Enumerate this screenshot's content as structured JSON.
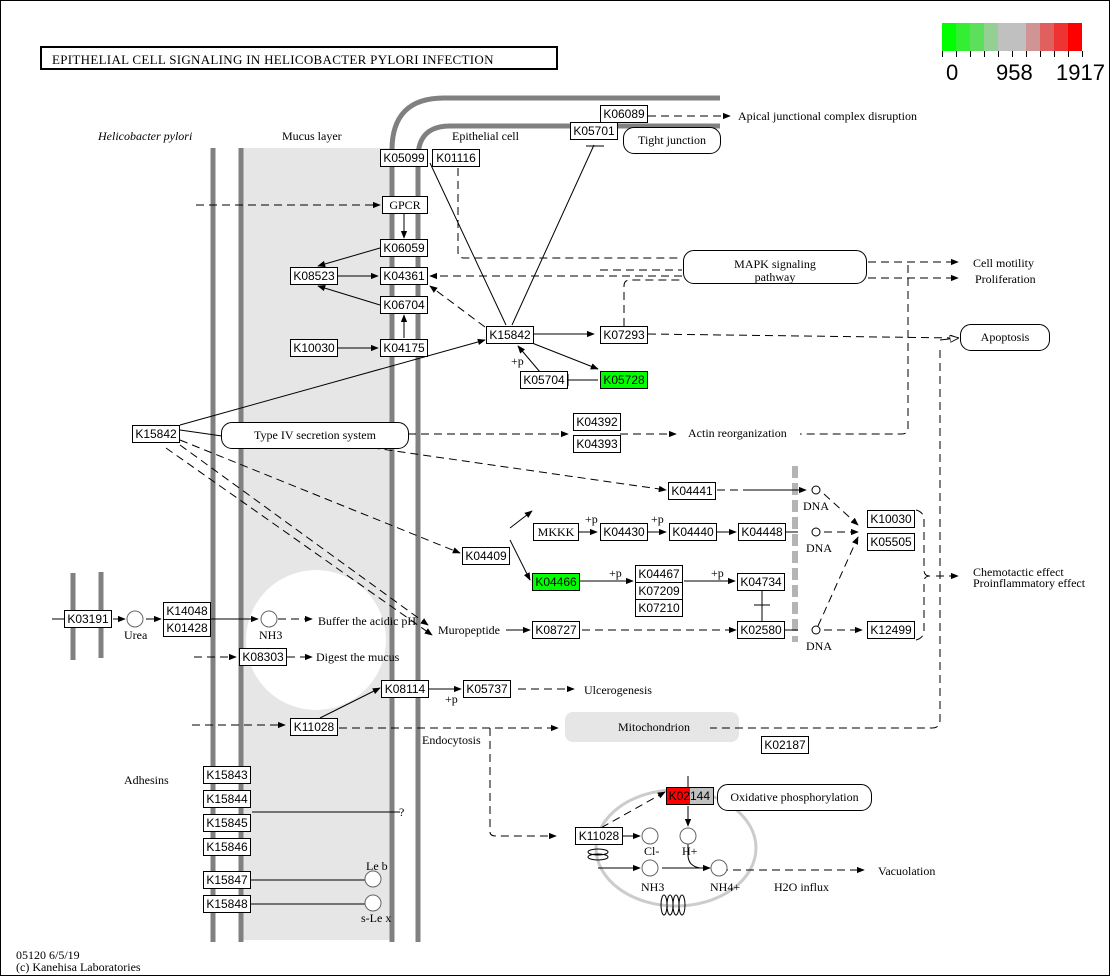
{
  "title": "EPITHELIAL CELL SIGNALING IN HELICOBACTER PYLORI INFECTION",
  "legend": {
    "colors": [
      "#00ff00",
      "#33ee33",
      "#5ce05c",
      "#94d094",
      "#c0c0c0",
      "#c0c0c0",
      "#d09494",
      "#e06060",
      "#ee3333",
      "#ff0000"
    ],
    "min_label": "0",
    "mid_label": "958",
    "max_label": "1917"
  },
  "colors": {
    "highlight_low": "#00ff00",
    "highlight_high": "#ff0000",
    "neutral": "#c0c0c0",
    "membrane": "#808080",
    "compartment_fill": "#e6e6e6"
  },
  "regions": {
    "helicobacter": "Helicobacter pylori",
    "mucus": "Mucus layer",
    "epithelial": "Epithelial cell",
    "adhesins": "Adhesins"
  },
  "nodes": {
    "K06089": "K06089",
    "K05701": "K05701",
    "K05099": "K05099",
    "K01116": "K01116",
    "GPCR": "GPCR",
    "K06059": "K06059",
    "K08523": "K08523",
    "K04361": "K04361",
    "K06704": "K06704",
    "K10030_left": "K10030",
    "K04175": "K04175",
    "K15842_center": "K15842",
    "K07293": "K07293",
    "K05704": "K05704",
    "K05728": "K05728",
    "K15842_left": "K15842",
    "K04392": "K04392",
    "K04393": "K04393",
    "K04441": "K04441",
    "K04409": "K04409",
    "MKKK": "MKKK",
    "K04430": "K04430",
    "K04440": "K04440",
    "K04448": "K04448",
    "K04466": "K04466",
    "K04467": "K04467",
    "K07209": "K07209",
    "K07210": "K07210",
    "K04734": "K04734",
    "K08727": "K08727",
    "K02580": "K02580",
    "K10030_right": "K10030",
    "K05505": "K05505",
    "K12499": "K12499",
    "K03191": "K03191",
    "K14048": "K14048",
    "K01428": "K01428",
    "K08303": "K08303",
    "K08114": "K08114",
    "K05737": "K05737",
    "K11028_left": "K11028",
    "K02187": "K02187",
    "K11028_vacuole": "K11028",
    "K02144_part1": "K02",
    "K02144_part2": "144",
    "K15843": "K15843",
    "K15844": "K15844",
    "K15845": "K15845",
    "K15846": "K15846",
    "K15847": "K15847",
    "K15848": "K15848"
  },
  "highlighted": {
    "K05728": "#00ff00",
    "K04466": "#00ff00",
    "K02144_part1": "#ff0000",
    "K02144_part2": "#c0c0c0"
  },
  "pathways": {
    "tight_junction": "Tight junction",
    "mapk_line1": "MAPK signaling",
    "mapk_line2": "pathway",
    "apoptosis": "Apoptosis",
    "type4": "Type IV secretion system",
    "mitochondrion": "Mitochondrion",
    "oxphos": "Oxidative phosphorylation"
  },
  "labels": {
    "apical": "Apical junctional complex disruption",
    "cell_motility": "Cell motility",
    "proliferation": "Proliferation",
    "actin": "Actin reorganization",
    "chemotactic": "Chemotactic effect",
    "proinflammatory": "Proinflammatory effect",
    "dna1": "DNA",
    "dna2": "DNA",
    "dna3": "DNA",
    "muropeptide": "Muropeptide",
    "urea": "Urea",
    "nh3": "NH3",
    "buffer": "Buffer the acidic pH",
    "digest": "Digest the mucus",
    "ulcerogenesis": "Ulcerogenesis",
    "endocytosis": "Endocytosis",
    "cl": "Cl-",
    "h": "H+",
    "nh3_vac": "NH3",
    "nh4": "NH4+",
    "h2o": "H2O influx",
    "vacuolation": "Vacuolation",
    "leb": "Le b",
    "slex": "s-Le x",
    "question": "?",
    "p1": "+p",
    "p2": "+p",
    "p3": "+p",
    "p4": "+p",
    "p5": "+p",
    "p6": "+p"
  },
  "footer": {
    "line1": "05120 6/5/19",
    "line2": "(c) Kanehisa Laboratories"
  }
}
